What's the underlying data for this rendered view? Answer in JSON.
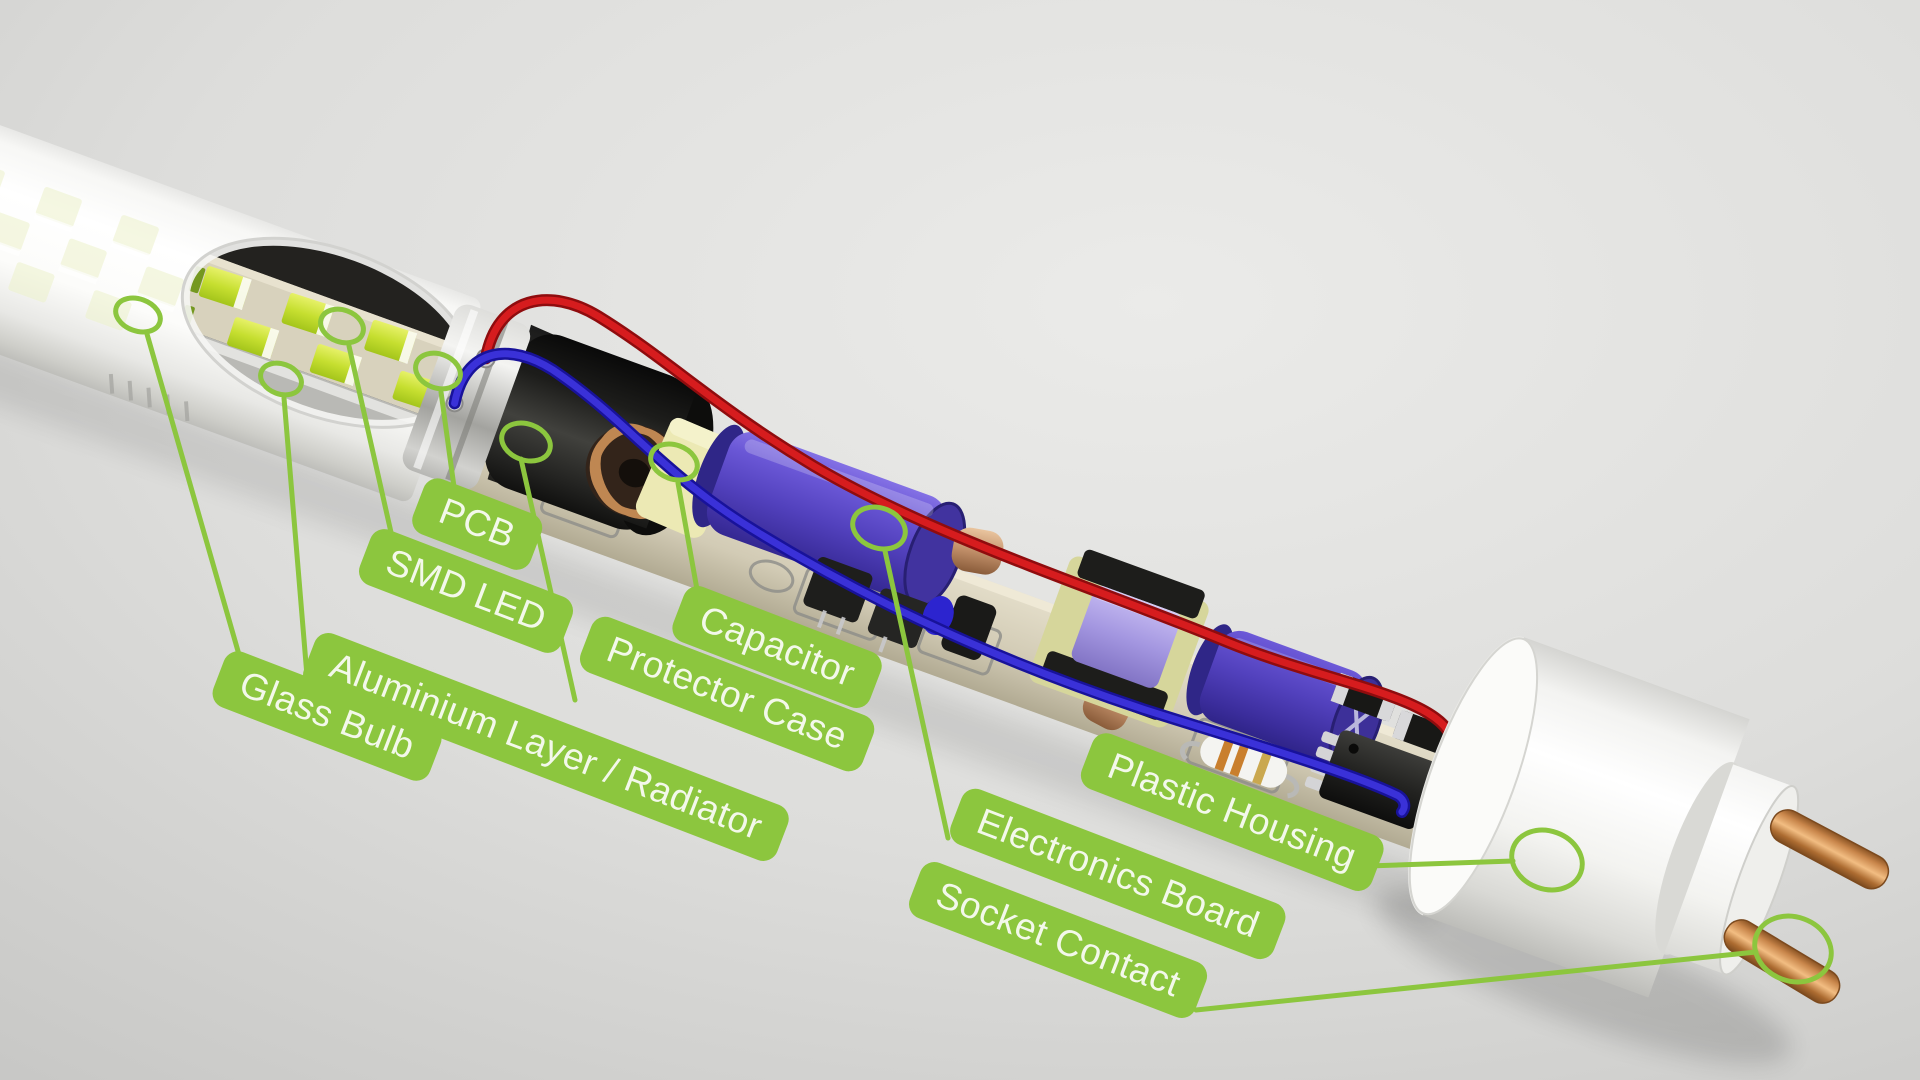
{
  "figure": {
    "type": "annotated-cutaway-diagram",
    "subject": "LED tube light internal components",
    "accent_color": "#8cc63e",
    "label_text_color": "#f3f8ea",
    "background_light": "#e9e9e7",
    "background_dark": "#c9c9c7"
  },
  "labels": [
    {
      "id": "pcb",
      "text": "PCB"
    },
    {
      "id": "smd-led",
      "text": "SMD LED"
    },
    {
      "id": "aluminium-layer",
      "text": "Aluminium Layer / Radiator"
    },
    {
      "id": "glass-bulb",
      "text": "Glass Bulb"
    },
    {
      "id": "protector-case",
      "text": "Protector Case"
    },
    {
      "id": "capacitor",
      "text": "Capacitor"
    },
    {
      "id": "electronics-board",
      "text": "Electronics Board"
    },
    {
      "id": "plastic-housing",
      "text": "Plastic Housing"
    },
    {
      "id": "socket-contact",
      "text": "Socket Contact"
    }
  ]
}
